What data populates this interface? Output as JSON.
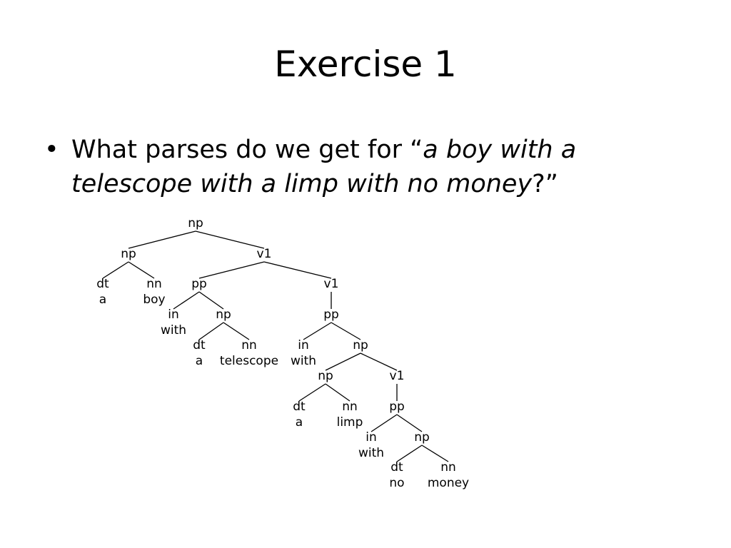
{
  "slide": {
    "title": "Exercise 1",
    "bullet": {
      "prefix": "What parses do we get for “",
      "quote_line1": "a boy with a",
      "quote_line2": "telescope with a limp with no money",
      "suffix": "?”"
    }
  },
  "tree": {
    "nodes": [
      {
        "id": "n0",
        "cat": "np"
      },
      {
        "id": "n1",
        "cat": "np"
      },
      {
        "id": "n2",
        "cat": "v1"
      },
      {
        "id": "n3",
        "cat": "dt",
        "word": "a"
      },
      {
        "id": "n4",
        "cat": "nn",
        "word": "boy"
      },
      {
        "id": "n5",
        "cat": "pp"
      },
      {
        "id": "n6",
        "cat": "v1"
      },
      {
        "id": "n7",
        "cat": "in",
        "word": "with"
      },
      {
        "id": "n8",
        "cat": "np"
      },
      {
        "id": "n9",
        "cat": "pp"
      },
      {
        "id": "n10",
        "cat": "dt",
        "word": "a"
      },
      {
        "id": "n11",
        "cat": "nn",
        "word": "telescope"
      },
      {
        "id": "n12",
        "cat": "in",
        "word": "with"
      },
      {
        "id": "n13",
        "cat": "np"
      },
      {
        "id": "n14",
        "cat": "np"
      },
      {
        "id": "n15",
        "cat": "v1"
      },
      {
        "id": "n16",
        "cat": "dt",
        "word": "a"
      },
      {
        "id": "n17",
        "cat": "nn",
        "word": "limp"
      },
      {
        "id": "n18",
        "cat": "pp"
      },
      {
        "id": "n19",
        "cat": "in",
        "word": "with"
      },
      {
        "id": "n20",
        "cat": "np"
      },
      {
        "id": "n21",
        "cat": "dt",
        "word": "no"
      },
      {
        "id": "n22",
        "cat": "nn",
        "word": "money"
      }
    ],
    "edges": [
      [
        "n0",
        "n1"
      ],
      [
        "n0",
        "n2"
      ],
      [
        "n1",
        "n3"
      ],
      [
        "n1",
        "n4"
      ],
      [
        "n2",
        "n5"
      ],
      [
        "n2",
        "n6"
      ],
      [
        "n5",
        "n7"
      ],
      [
        "n5",
        "n8"
      ],
      [
        "n8",
        "n10"
      ],
      [
        "n8",
        "n11"
      ],
      [
        "n6",
        "n9"
      ],
      [
        "n9",
        "n12"
      ],
      [
        "n9",
        "n13"
      ],
      [
        "n13",
        "n14"
      ],
      [
        "n13",
        "n15"
      ],
      [
        "n14",
        "n16"
      ],
      [
        "n14",
        "n17"
      ],
      [
        "n15",
        "n18"
      ],
      [
        "n18",
        "n19"
      ],
      [
        "n18",
        "n20"
      ],
      [
        "n20",
        "n21"
      ],
      [
        "n20",
        "n22"
      ]
    ]
  }
}
